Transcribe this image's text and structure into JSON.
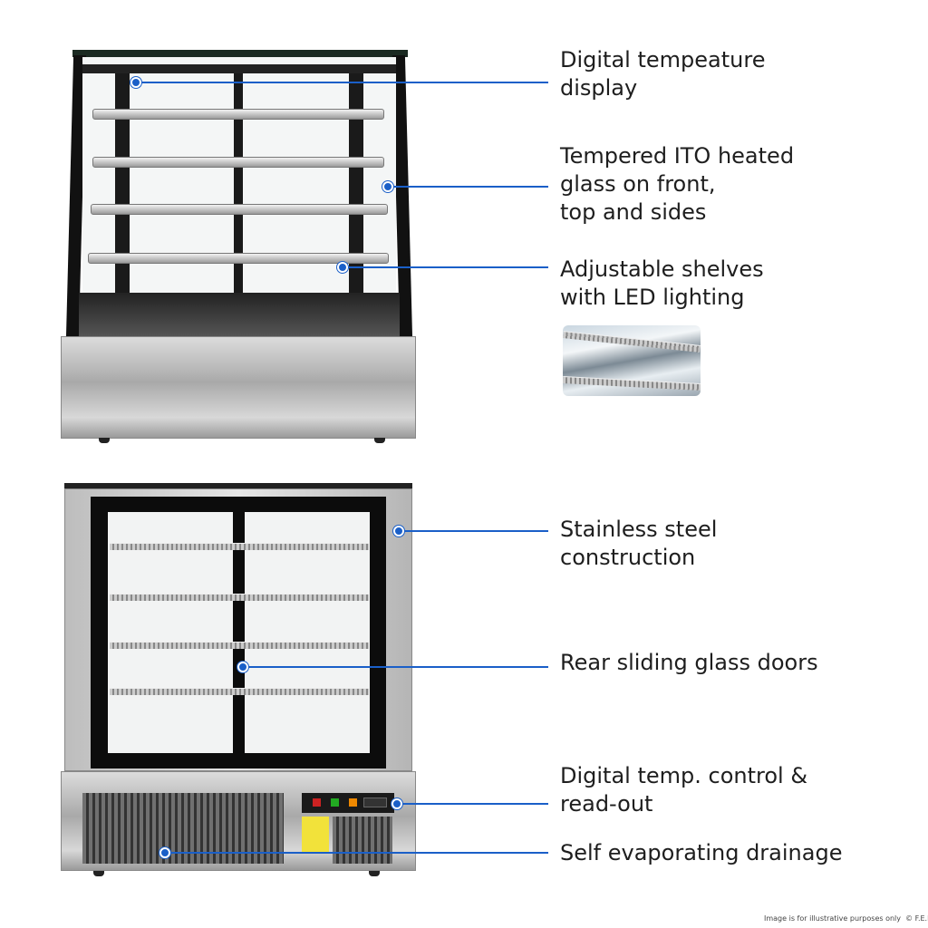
{
  "callouts": [
    {
      "id": "display",
      "lines": [
        "Digital tempeature",
        "display"
      ]
    },
    {
      "id": "glass",
      "lines": [
        "Tempered ITO heated",
        "glass on front,",
        "top and sides"
      ]
    },
    {
      "id": "shelves",
      "lines": [
        "Adjustable shelves",
        "with LED lighting"
      ]
    },
    {
      "id": "steel",
      "lines": [
        "Stainless steel",
        "construction"
      ]
    },
    {
      "id": "doors",
      "lines": [
        "Rear sliding glass doors"
      ]
    },
    {
      "id": "control",
      "lines": [
        "Digital temp. control &",
        "read-out"
      ]
    },
    {
      "id": "drainage",
      "lines": [
        "Self evaporating drainage"
      ]
    }
  ],
  "disclaimer": "Image is for illustrative purposes only  © F.E.D.",
  "colors": {
    "accent": "#1a5fc8"
  }
}
